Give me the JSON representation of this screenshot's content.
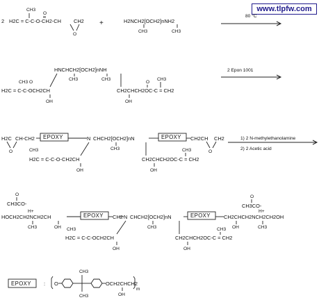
{
  "watermark": "www.tlpfw.com",
  "reactant1": {
    "coeff": "2",
    "methyl": "CH3",
    "carbonyl_o": "O",
    "chain": "H2C = C-C-O-CH2-CH",
    "oxirane_carbon": "CH2",
    "oxirane_o": "O"
  },
  "plus": "+",
  "diamine": {
    "chain": "H2NCH2[OCH2]nNH2",
    "methyl_left": "CH3",
    "methyl_right": "CH3"
  },
  "arrow1": {
    "condition": "80 °C"
  },
  "intermediate1": {
    "backbone": "HNCHCH2[OCH2]nNH",
    "methyl_left": "CH3",
    "methyl_right": "CH3",
    "left_methyl_ester": "CH3 O",
    "left_ester": "H2C = C-C-OCH2CH",
    "left_oh": "OH",
    "right_chain": "CH2CHCH2OC-C = CH2",
    "right_carbonyl_o": "O",
    "right_methyl": "CH3",
    "right_oh": "OH"
  },
  "arrow2": {
    "condition": "2 Epon 1001"
  },
  "intermediate2": {
    "epoxide_left": "H2C",
    "epoxide_left_o": "O",
    "linker_left": "CH-CH2",
    "epoxy_box_1": "EPOXY",
    "n_left": "N",
    "backbone": "CHCH2[OCH2]nN",
    "epoxy_box_2": "EPOXY",
    "linker_right": "CH2CH",
    "epoxide_right_o": "O",
    "epoxide_right": "CH2",
    "methyl_mid": "CH3",
    "left_ester": "H2C = C-C-O-CH2CH",
    "left_methyl": "CH3",
    "left_oh": "OH",
    "right_chain": "CH2CHCH2OC-C = CH2",
    "right_methyl": "CH3",
    "right_oh": "OH"
  },
  "arrow3": {
    "condition_top": "1) 2 N-methylethanolamine",
    "condition_bottom": "2) 2 Acetic acid"
  },
  "product": {
    "acetate_left": "CH3CO-",
    "acetate_left_o": "O",
    "proton_left": "H+",
    "chain_left": "HOCH2CH2NCH2CH",
    "n_methyl_left": "CH3",
    "oh_left": "OH",
    "epoxy_box_1": "EPOXY",
    "linker_mid": "CH2",
    "n_mid": "N",
    "backbone": "CHCH2[OCH2]nN",
    "methyl_mid": "CH3",
    "epoxy_box_2": "EPOXY",
    "acetate_right": "CH3CO-",
    "acetate_right_o": "O",
    "proton_right": "H+",
    "chain_right": "CH2CHCH2NCH2CH2OH",
    "oh_right": "OH",
    "n_methyl_right": "CH3",
    "left_ester": "H2C = C-C-OCH2CH",
    "left_methyl": "CH3",
    "left_oh": "OH",
    "right_chain": "CH2CHCH2OC-C = CH2",
    "right_methyl": "CH3",
    "right_oh": "OH"
  },
  "legend": {
    "box_label": "EPOXY",
    "colon": ":",
    "left_end": "O",
    "methyl_top": "CH3",
    "methyl_bottom": "CH3",
    "right_end": "OCH2CHCH2",
    "oh": "OH",
    "repeat": "m"
  }
}
